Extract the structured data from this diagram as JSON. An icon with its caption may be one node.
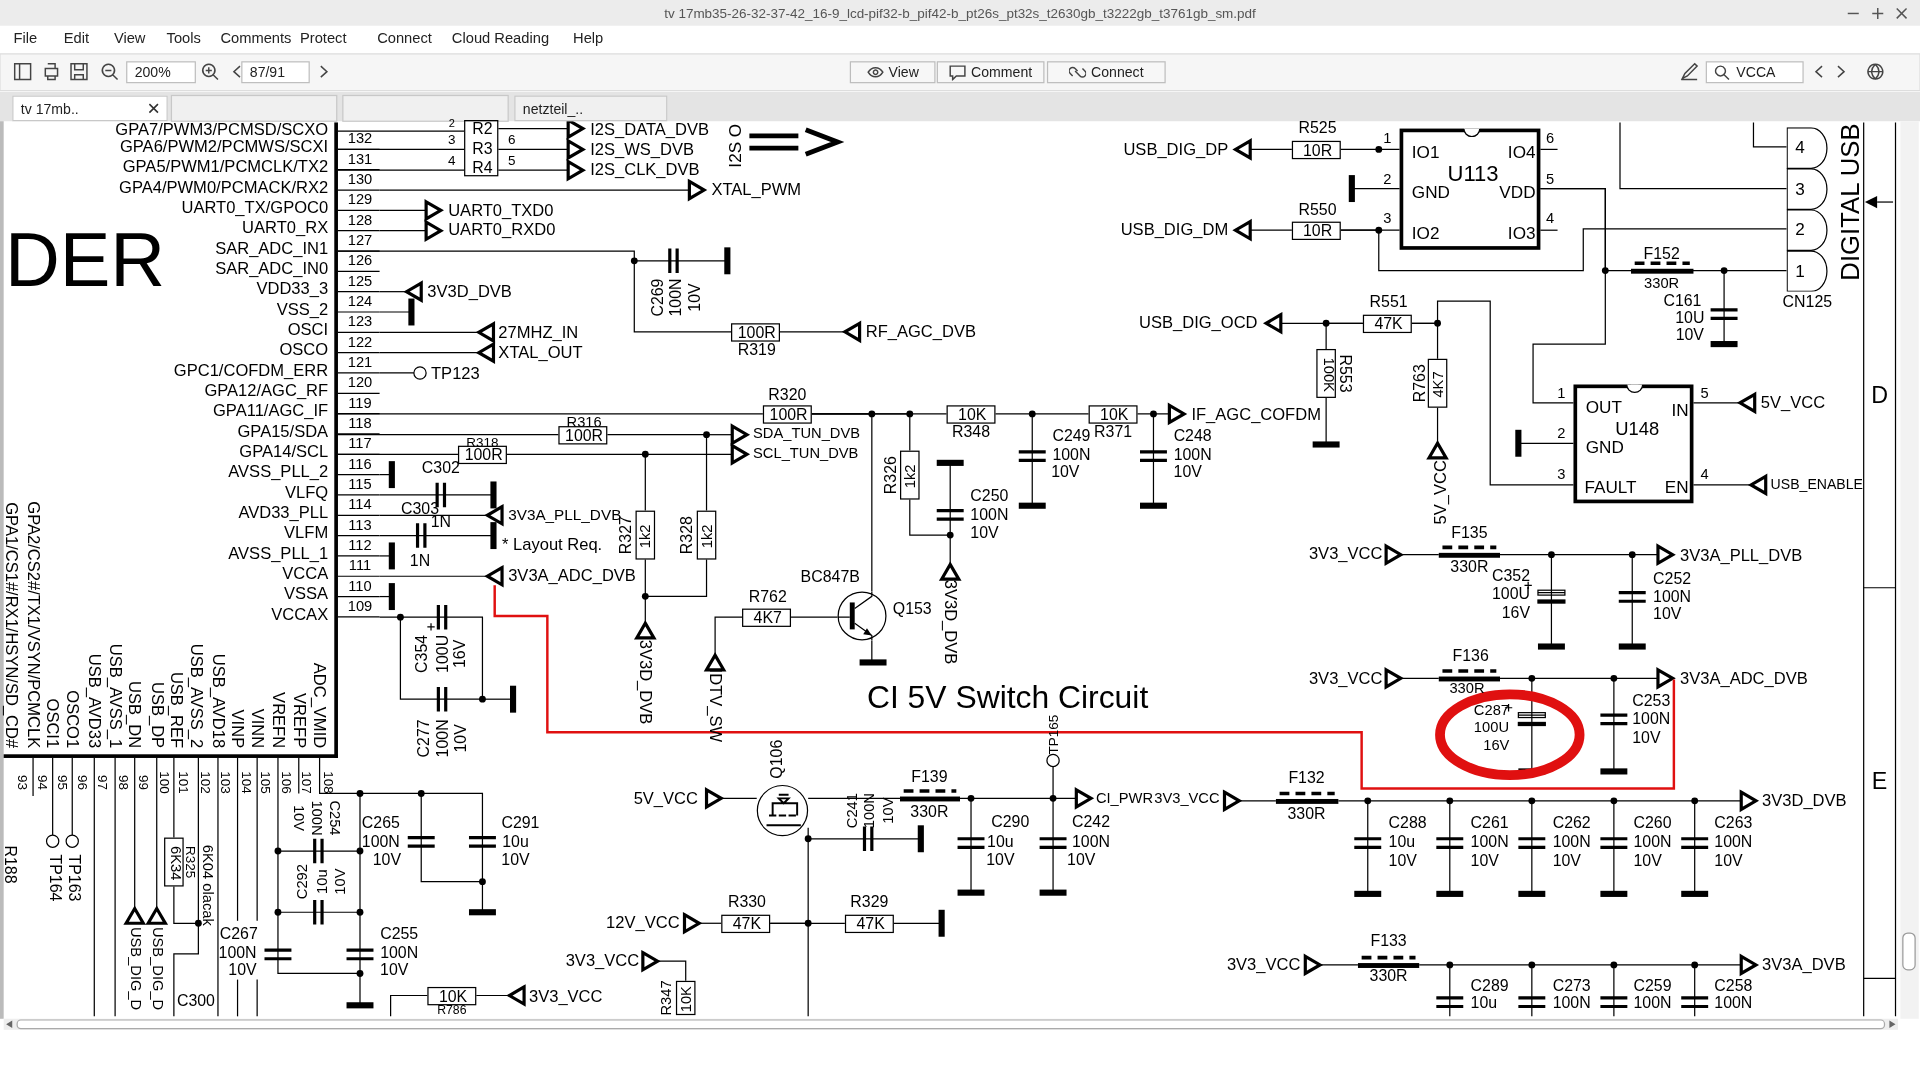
{
  "diagram": {
    "title": "tv 17mb35-26-32-37-42_16-9_lcd-pif32-b_pif42-b_pt26s_pt32s_t2630gb_t3222gb_t3761gb_sm.pdf",
    "nodes": [
      {
        "text": [
          "DER",
          "GPA7/PWM3/PCMSD/SCXO",
          "GPA6/PWM2/PCMWS/SCXI",
          "GPA5/PWM1/PCMCLK/TX2",
          "GPA4/PWM0/PCMACK/RX2",
          "UART0_TX/GPOC0",
          "UART0_RX",
          "SAR_ADC_IN1",
          "SAR_ADC_IN0",
          "VDD33_3",
          "VSS_2",
          "OSCI",
          "OSCO",
          "GPC1/COFDM_ERR",
          "GPA12/AGC_RF",
          "GPA11/AGC_IF",
          "GPA15/SDA",
          "GPA14/SCL",
          "AVSS_PLL_2",
          "VLFQ",
          "AVD33_PLL",
          "VLFM",
          "AVSS_PLL_1",
          "VCCA",
          "VSSA",
          "VCCAX",
          "GPA1/CS1#/RX1/HSYN/SD_CD#",
          "GPA2/CS2#/TX1/VSYN/PCMCLK",
          "OSCI1",
          "OSCO1",
          "USB_AVD33",
          "USB_AVSS_1",
          "USB_DN",
          "USB_DP",
          "USB_REF",
          "USB_AVSS_2",
          "USB_AVD18",
          "VINP",
          "VINN",
          "VREFN",
          "VREFP",
          "ADC_VMID"
        ]
      },
      {
        "text": [
          "R2",
          "R3",
          "R4"
        ]
      },
      {
        "text": [
          "100R"
        ],
        "beside": [
          "R319"
        ]
      },
      {
        "text": [
          "100R"
        ],
        "beside": [
          "R320"
        ]
      },
      {
        "text": [
          "10K"
        ],
        "beside": [
          "R348"
        ]
      },
      {
        "text": [
          "10K"
        ],
        "beside": [
          "R371"
        ]
      },
      {
        "text": [
          "100R"
        ],
        "beside": [
          "R316"
        ]
      },
      {
        "text": [
          "100R"
        ],
        "beside": [
          "R318"
        ]
      },
      {
        "text": [
          "1k2"
        ],
        "beside": [
          "R327"
        ]
      },
      {
        "text": [
          "1k2"
        ],
        "beside": [
          "R328"
        ]
      },
      {
        "text": [
          "1k2"
        ],
        "beside": [
          "R326"
        ]
      },
      {
        "text": [
          "4K7"
        ],
        "beside": [
          "R762"
        ]
      },
      {
        "text": [
          "6K34"
        ],
        "beside": [
          "R325"
        ]
      },
      {
        "text": [
          "10K"
        ],
        "beside": [
          "R786"
        ]
      },
      {
        "text": [
          "47K"
        ],
        "beside": [
          "R330"
        ]
      },
      {
        "text": [
          "47K"
        ],
        "beside": [
          "R329"
        ]
      },
      {
        "text": [
          "10K"
        ],
        "beside": [
          "R347"
        ]
      },
      {
        "text": [
          "10R"
        ],
        "beside": [
          "R525"
        ]
      },
      {
        "text": [
          "10R"
        ],
        "beside": [
          "R550"
        ]
      },
      {
        "text": [
          "IO1",
          "IO4",
          "U113",
          "GND",
          "VDD",
          "IO2",
          "IO3"
        ]
      },
      {
        "text": [
          "4",
          "3",
          "2",
          "1"
        ],
        "beside": [
          "CN125"
        ]
      },
      {
        "text": [
          "47K"
        ],
        "beside": [
          "R551"
        ]
      },
      {
        "text": [
          "100K"
        ],
        "beside": [
          "R553"
        ]
      },
      {
        "text": [
          "4K7"
        ],
        "beside": [
          "R763"
        ]
      },
      {
        "text": [
          "OUT",
          "IN",
          "U148",
          "GND",
          "FAULT",
          "EN"
        ]
      },
      {
        "text": [],
        "shape": "circle",
        "beside": [
          "BC847B",
          "Q153"
        ]
      },
      {
        "text": [],
        "shape": "circle",
        "beside": [
          "Q106"
        ]
      }
    ],
    "edges": [
      {
        "from": 0,
        "to": 1,
        "arrow": "none"
      },
      {
        "from": 0,
        "to": 6,
        "arrow": "none"
      },
      {
        "from": 0,
        "to": 7,
        "arrow": "none"
      },
      {
        "from": 0,
        "to": 3,
        "arrow": "none"
      },
      {
        "from": 3,
        "to": 4,
        "arrow": "none"
      },
      {
        "from": 4,
        "to": 5,
        "arrow": "none"
      },
      {
        "from": 7,
        "to": 8,
        "arrow": "none"
      },
      {
        "from": 6,
        "to": 9,
        "arrow": "none"
      },
      {
        "from": 8,
        "to": 9,
        "arrow": "none"
      },
      {
        "from": 3,
        "to": 10,
        "arrow": "none"
      },
      {
        "from": 14,
        "to": 15,
        "arrow": "none"
      },
      {
        "from": 17,
        "to": 19,
        "arrow": "none"
      },
      {
        "from": 18,
        "to": 19,
        "arrow": "none"
      },
      {
        "from": 18,
        "to": 20,
        "arrow": "none"
      },
      {
        "from": 19,
        "to": 24,
        "arrow": "none"
      },
      {
        "from": 21,
        "to": 22,
        "arrow": "none"
      },
      {
        "from": 21,
        "to": 23,
        "arrow": "none"
      },
      {
        "from": 21,
        "to": 24,
        "arrow": "none"
      },
      {
        "from": 0,
        "to": 2,
        "arrow": "none"
      },
      {
        "from": 0,
        "to": 12,
        "arrow": "none"
      },
      {
        "from": 0,
        "to": 1,
        "arrow": "none"
      },
      {
        "from": 0,
        "to": 1,
        "arrow": "none"
      },
      {
        "from": 0,
        "to": 12,
        "arrow": "none"
      },
      {
        "from": 19,
        "to": 20,
        "arrow": "none"
      },
      {
        "from": 3,
        "to": 25,
        "arrow": "none"
      },
      {
        "from": 11,
        "to": 25,
        "arrow": "none"
      },
      {
        "from": 26,
        "to": 14,
        "arrow": "none"
      }
    ],
    "labels": [
      "File",
      "Edit",
      "View",
      "Tools",
      "Comments",
      "Protect",
      "Connect",
      "Cloud Reading",
      "Help",
      "200%",
      "87/91",
      "View",
      "Comment",
      "Connect",
      "VCCA",
      "tv 17mb..",
      "netzteil_..",
      "132",
      "131",
      "130",
      "129",
      "128",
      "127",
      "126",
      "125",
      "124",
      "123",
      "122",
      "121",
      "120",
      "119",
      "118",
      "117",
      "116",
      "115",
      "114",
      "113",
      "112",
      "111",
      "110",
      "109",
      "93",
      "94",
      "95",
      "96",
      "97",
      "98",
      "99",
      "100",
      "101",
      "102",
      "103",
      "104",
      "105",
      "106",
      "107",
      "108",
      "2",
      "3",
      "4",
      "6",
      "5",
      "I2S_DATA_DVB",
      "I2S_WS_DVB",
      "I2S_CLK_DVB",
      "I2S O",
      "XTAL_PWM",
      "UART0_TXD0",
      "UART0_RXD0",
      "3V3D_DVB",
      "27MHZ_IN",
      "XTAL_OUT",
      "TP123",
      "C269",
      "100N",
      "10V",
      "RF_AGC_DVB",
      "IF_AGC_COFDM",
      "C249",
      "100N",
      "10V",
      "C248",
      "100N",
      "10V",
      "C250",
      "100N",
      "10V",
      "3V3D_DVB",
      "SDA_TUN_DVB",
      "SCL_TUN_DVB",
      "C302",
      "C303",
      "1N",
      "1N",
      "3V3A_PLL_DVB",
      "* Layout Req.",
      "3V3A_ADC_DVB",
      "3V3D_DVB",
      "IDTV_SW",
      "C354",
      "100U",
      "16V",
      "C277",
      "100N",
      "10V",
      "CI 5V Switch Circuit",
      "R188",
      "TP164",
      "TP163",
      "USB_DIG_D",
      "USB_DIG_D",
      "6K04 olacak",
      "C300",
      "10V",
      "100N",
      "C254",
      "C292",
      "10u",
      "10V",
      "C265",
      "100N",
      "10V",
      "C291",
      "10u",
      "10V",
      "C267",
      "100N",
      "10V",
      "C255",
      "100N",
      "10V",
      "3V3_VCC",
      "5V_VCC",
      "F139",
      "330R",
      "C241",
      "100N",
      "10V",
      "C290",
      "10u",
      "10V",
      "TP165",
      "C242",
      "100N",
      "10V",
      "CI_PWR",
      "12V_VCC",
      "3V3_VCC",
      "USB_DIG_DP",
      "USB_DIG_DM",
      "1",
      "2",
      "3",
      "6",
      "5",
      "4",
      "F152",
      "330R",
      "C161",
      "10U",
      "10V",
      "DIGITAL USB",
      "D",
      "E",
      "USB_DIG_OCD",
      "5V_VCC",
      "1",
      "2",
      "3",
      "5",
      "4",
      "5V_VCC",
      "USB_ENABLE",
      "3V3_VCC",
      "F135",
      "330R",
      "C352",
      "100U",
      "16V",
      "C252",
      "100N",
      "10V",
      "3V3A_PLL_DVB",
      "3V3_VCC",
      "F136",
      "330R",
      "C287",
      "100U",
      "16V",
      "C253",
      "100N",
      "10V",
      "3V3A_ADC_DVB",
      "3V3_VCC",
      "F132",
      "330R",
      "C288",
      "10u",
      "10V",
      "C261",
      "100N",
      "10V",
      "C262",
      "100N",
      "10V",
      "C260",
      "100N",
      "10V",
      "C263",
      "100N",
      "10V",
      "3V3D_DVB",
      "3V3_VCC",
      "F133",
      "330R",
      "C289",
      "10u",
      "C273",
      "100N",
      "C259",
      "100N",
      "C258",
      "100N",
      "3V3A_DVB"
    ]
  }
}
